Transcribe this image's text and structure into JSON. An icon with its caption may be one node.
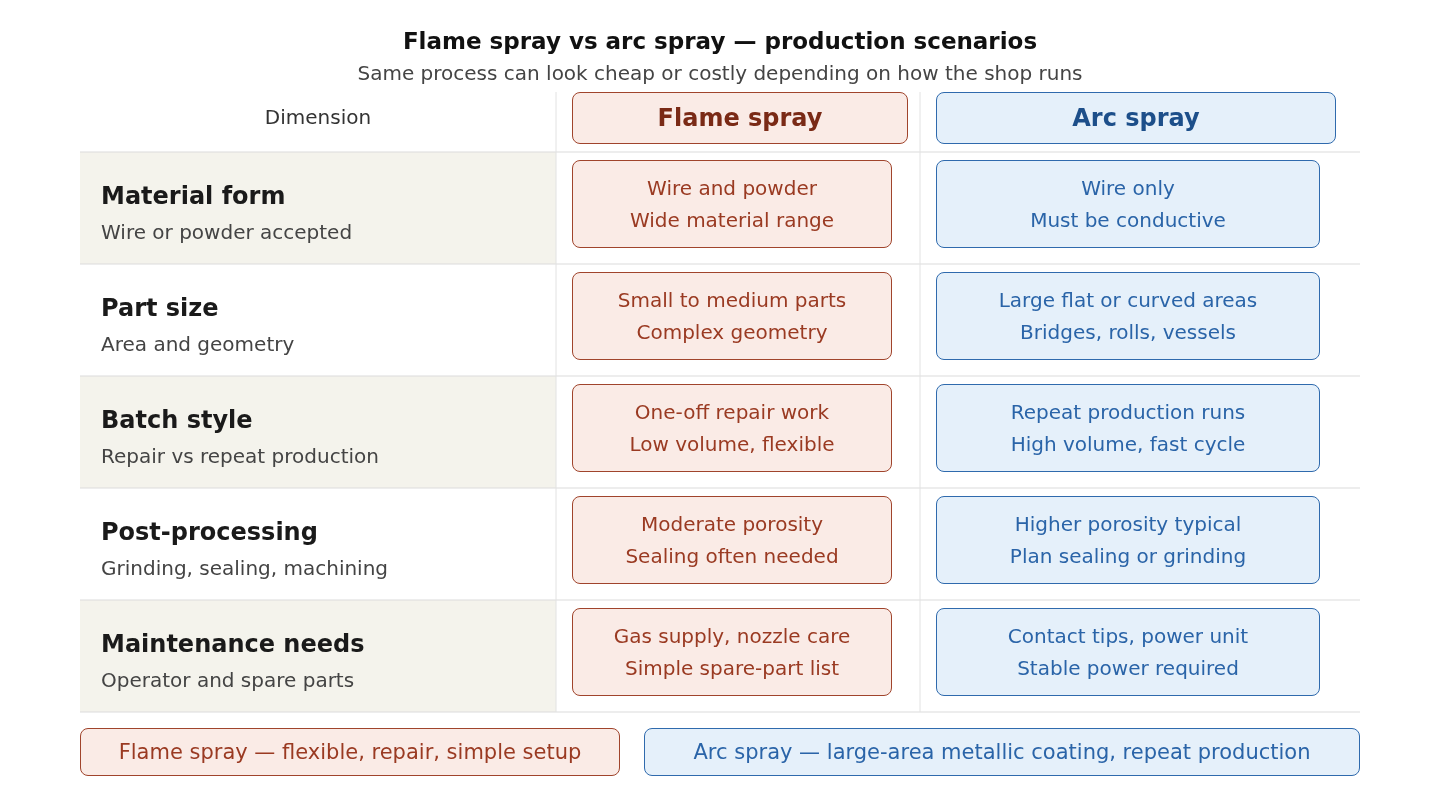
{
  "diagram": {
    "title": "Flame spray vs arc spray — production scenarios",
    "caption": "Same process can look cheap or costly depending on how the shop runs",
    "nodes": [
      {
        "text": [
          "Flame spray"
        ]
      },
      {
        "text": [
          "Arc spray"
        ]
      },
      {
        "text": [
          "Wire and powder",
          "Wide material range"
        ]
      },
      {
        "text": [
          "Wire only",
          "Must be conductive"
        ]
      },
      {
        "text": [
          "Small to medium parts",
          "Complex geometry"
        ]
      },
      {
        "text": [
          "Large flat or curved areas",
          "Bridges, rolls, vessels"
        ]
      },
      {
        "text": [
          "One-off repair work",
          "Low volume, flexible"
        ]
      },
      {
        "text": [
          "Repeat production runs",
          "High volume, fast cycle"
        ]
      },
      {
        "text": [
          "Moderate porosity",
          "Sealing often needed"
        ]
      },
      {
        "text": [
          "Higher porosity typical",
          "Plan sealing or grinding"
        ]
      },
      {
        "text": [
          "Gas supply, nozzle care",
          "Simple spare-part list"
        ]
      },
      {
        "text": [
          "Contact tips, power unit",
          "Stable power required"
        ]
      },
      {
        "text": [
          "Flame spray — flexible, repair, simple setup"
        ]
      },
      {
        "text": [
          "Arc spray — large-area metallic coating, repeat production"
        ]
      }
    ],
    "labels": [
      "Dimension",
      "Material form",
      "Wire or powder accepted",
      "Part size",
      "Area and geometry",
      "Batch style",
      "Repair vs repeat production",
      "Post-processing",
      "Grinding, sealing, machining",
      "Maintenance needs",
      "Operator and spare parts"
    ]
  }
}
